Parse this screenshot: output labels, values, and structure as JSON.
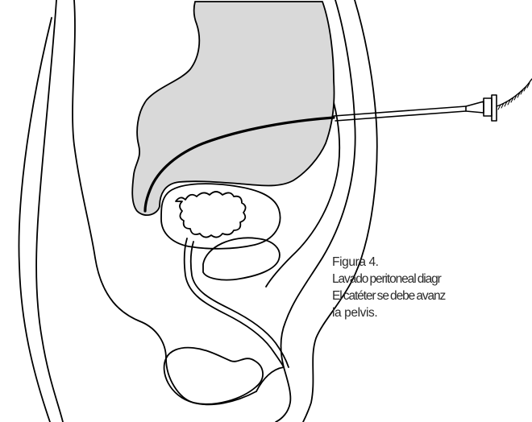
{
  "caption": {
    "figure_label": "Figura 4.",
    "line_1": "Lavado peritoneal diagr",
    "line_2": "El catéter se debe avanz",
    "line_3": "la pelvis."
  },
  "colors": {
    "stroke": "#000000",
    "bowel_fill": "#d9d9d9",
    "background": "#ffffff",
    "caption_text": "#2a2a2a"
  }
}
